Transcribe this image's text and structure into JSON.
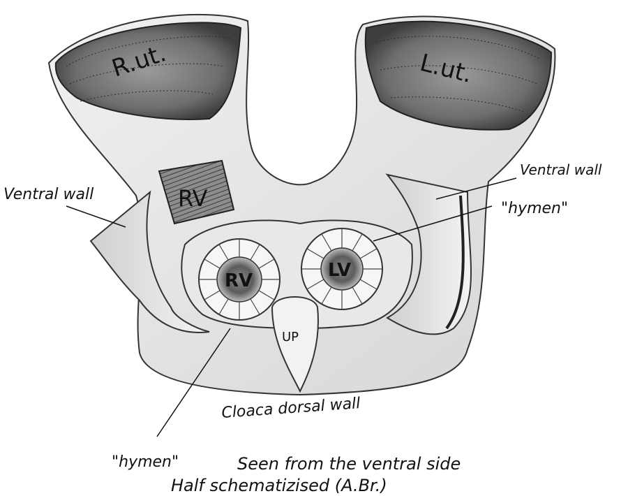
{
  "labels": {
    "right_uterus": "R.ut.",
    "left_uterus": "L.ut.",
    "rv_upper": "RV",
    "rv_lower": "RV",
    "lv": "LV",
    "up": "UP",
    "ventral_wall_left": "Ventral wall",
    "ventral_wall_right": "Ventral wall",
    "hymen_right": "\"hymen\"",
    "hymen_left": "\"hymen\"",
    "cloaca": "Cloaca dorsal wall",
    "seen_from": "Seen from the ventral side",
    "caption": "Half schematizised (A.Br.)"
  }
}
